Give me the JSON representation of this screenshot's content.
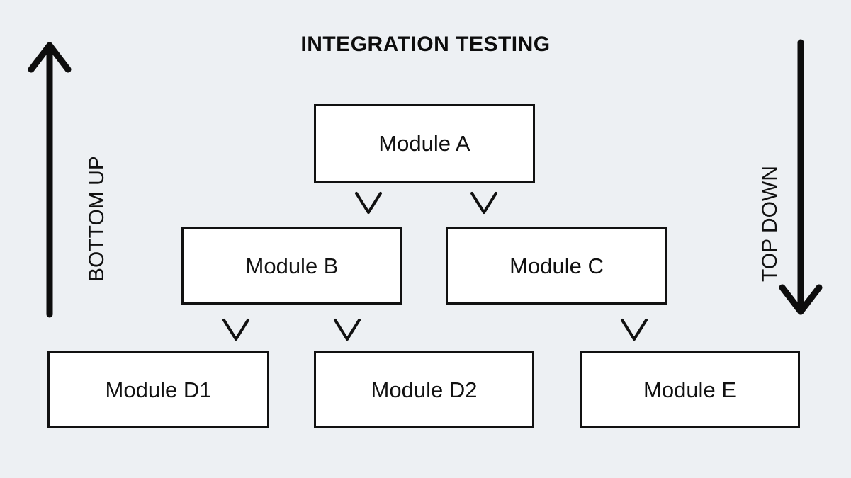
{
  "diagram": {
    "title": "INTEGRATION TESTING",
    "background_color": "#edf0f3",
    "box_fill_color": "#ffffff",
    "stroke_color": "#111111",
    "type": "hierarchy-tree",
    "nodes": [
      {
        "id": "A",
        "label": "Module A",
        "level": 1
      },
      {
        "id": "B",
        "label": "Module B",
        "level": 2
      },
      {
        "id": "C",
        "label": "Module C",
        "level": 2
      },
      {
        "id": "D1",
        "label": "Module D1",
        "level": 3
      },
      {
        "id": "D2",
        "label": "Module D2",
        "level": 3
      },
      {
        "id": "E",
        "label": "Module E",
        "level": 3
      }
    ],
    "edges": [
      {
        "from": "A",
        "to": "B",
        "marker": "chevron-down"
      },
      {
        "from": "A",
        "to": "C",
        "marker": "chevron-down"
      },
      {
        "from": "B",
        "to": "D1",
        "marker": "chevron-down"
      },
      {
        "from": "B",
        "to": "D2",
        "marker": "chevron-down"
      },
      {
        "from": "C",
        "to": "E",
        "marker": "chevron-down"
      }
    ],
    "side_arrows": [
      {
        "id": "bottom-up",
        "label": "BOTTOM UP",
        "direction": "up",
        "side": "left",
        "icon": "arrow-up-icon"
      },
      {
        "id": "top-down",
        "label": "TOP DOWN",
        "direction": "down",
        "side": "right",
        "icon": "arrow-down-icon"
      }
    ]
  }
}
